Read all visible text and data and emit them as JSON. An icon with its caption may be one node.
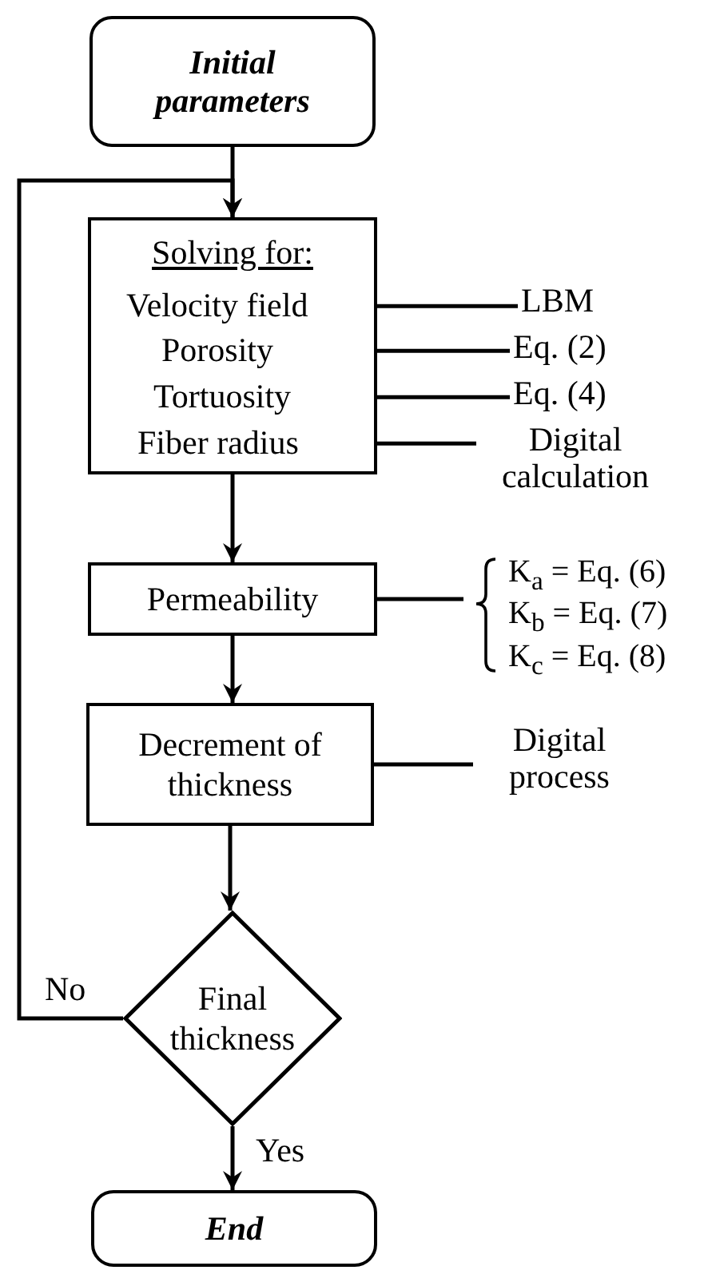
{
  "diagram": {
    "nodes": [
      {
        "text": [
          "Initial parameters"
        ]
      },
      {
        "text": [
          "Solving for:"
        ]
      },
      {
        "text": [
          "Velocity field"
        ],
        "in": 1
      },
      {
        "text": [
          "Porosity"
        ],
        "in": 1
      },
      {
        "text": [
          "Tortuosity"
        ],
        "in": 1
      },
      {
        "text": [
          "Fiber radius"
        ],
        "in": 1
      },
      {
        "text": [
          "LBM"
        ]
      },
      {
        "text": [
          "Eq. (2)"
        ]
      },
      {
        "text": [
          "Eq. (4)"
        ]
      },
      {
        "text": [
          "Digital calculation"
        ]
      },
      {
        "text": [
          "Permeability"
        ]
      },
      {
        "text": [
          "K$_{a}$ = Eq. (6)",
          "K$_{b}$ = Eq. (7)",
          "K$_{c}$ = Eq. (8)"
        ]
      },
      {
        "text": [
          "Decrement of thickness"
        ]
      },
      {
        "text": [
          "Digital process"
        ]
      },
      {
        "text": [
          "Final thickness"
        ]
      },
      {
        "text": [
          "End"
        ]
      }
    ],
    "edges": [
      {
        "from": 0,
        "to": 1,
        "arrow": "to"
      },
      {
        "from": 1,
        "to": 10,
        "arrow": "to"
      },
      {
        "from": 10,
        "to": 12,
        "arrow": "to"
      },
      {
        "from": 12,
        "to": 14,
        "arrow": "to"
      },
      {
        "from": 14,
        "to": 15,
        "arrow": "to",
        "label": "Yes"
      },
      {
        "from": 14,
        "to": 1,
        "arrow": "to",
        "label": "No"
      },
      {
        "from": 2,
        "to": 6,
        "arrow": "other"
      },
      {
        "from": 3,
        "to": 7,
        "arrow": "other"
      },
      {
        "from": 4,
        "to": 8,
        "arrow": "other"
      },
      {
        "from": 5,
        "to": 9,
        "arrow": "other"
      },
      {
        "from": 10,
        "to": 11,
        "arrow": "other"
      },
      {
        "from": 12,
        "to": 13,
        "arrow": "other"
      }
    ]
  }
}
